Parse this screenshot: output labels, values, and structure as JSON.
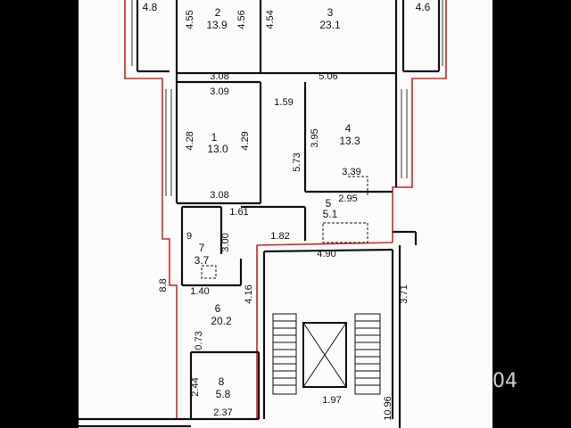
{
  "rooms": [
    {
      "id": "1",
      "area": "13.0"
    },
    {
      "id": "2",
      "area": "13.9"
    },
    {
      "id": "3",
      "area": "23.1"
    },
    {
      "id": "4",
      "area": "13.3"
    },
    {
      "id": "5",
      "area": "5.1"
    },
    {
      "id": "6",
      "area": "20.2"
    },
    {
      "id": "7",
      "area": "3.7"
    },
    {
      "id": "8",
      "area": "5.8"
    }
  ],
  "balconies": [
    {
      "area": "4.8"
    },
    {
      "area": "4.6"
    }
  ],
  "dimensions": [
    "4.55",
    "4.56",
    "4.54",
    "3.08",
    "3.09",
    "5.06",
    "1.59",
    "4.28",
    "4.29",
    "3.95",
    "5.73",
    "3.39",
    "2.95",
    "3.08",
    "1.61",
    "3.00",
    "1.82",
    "4.90",
    "1.40",
    "4.16",
    "3.71",
    "0.73",
    "2.44",
    "2.37",
    "1.97",
    "10.96",
    "8.8"
  ],
  "small_labels": [
    "9"
  ],
  "watermark": "04"
}
